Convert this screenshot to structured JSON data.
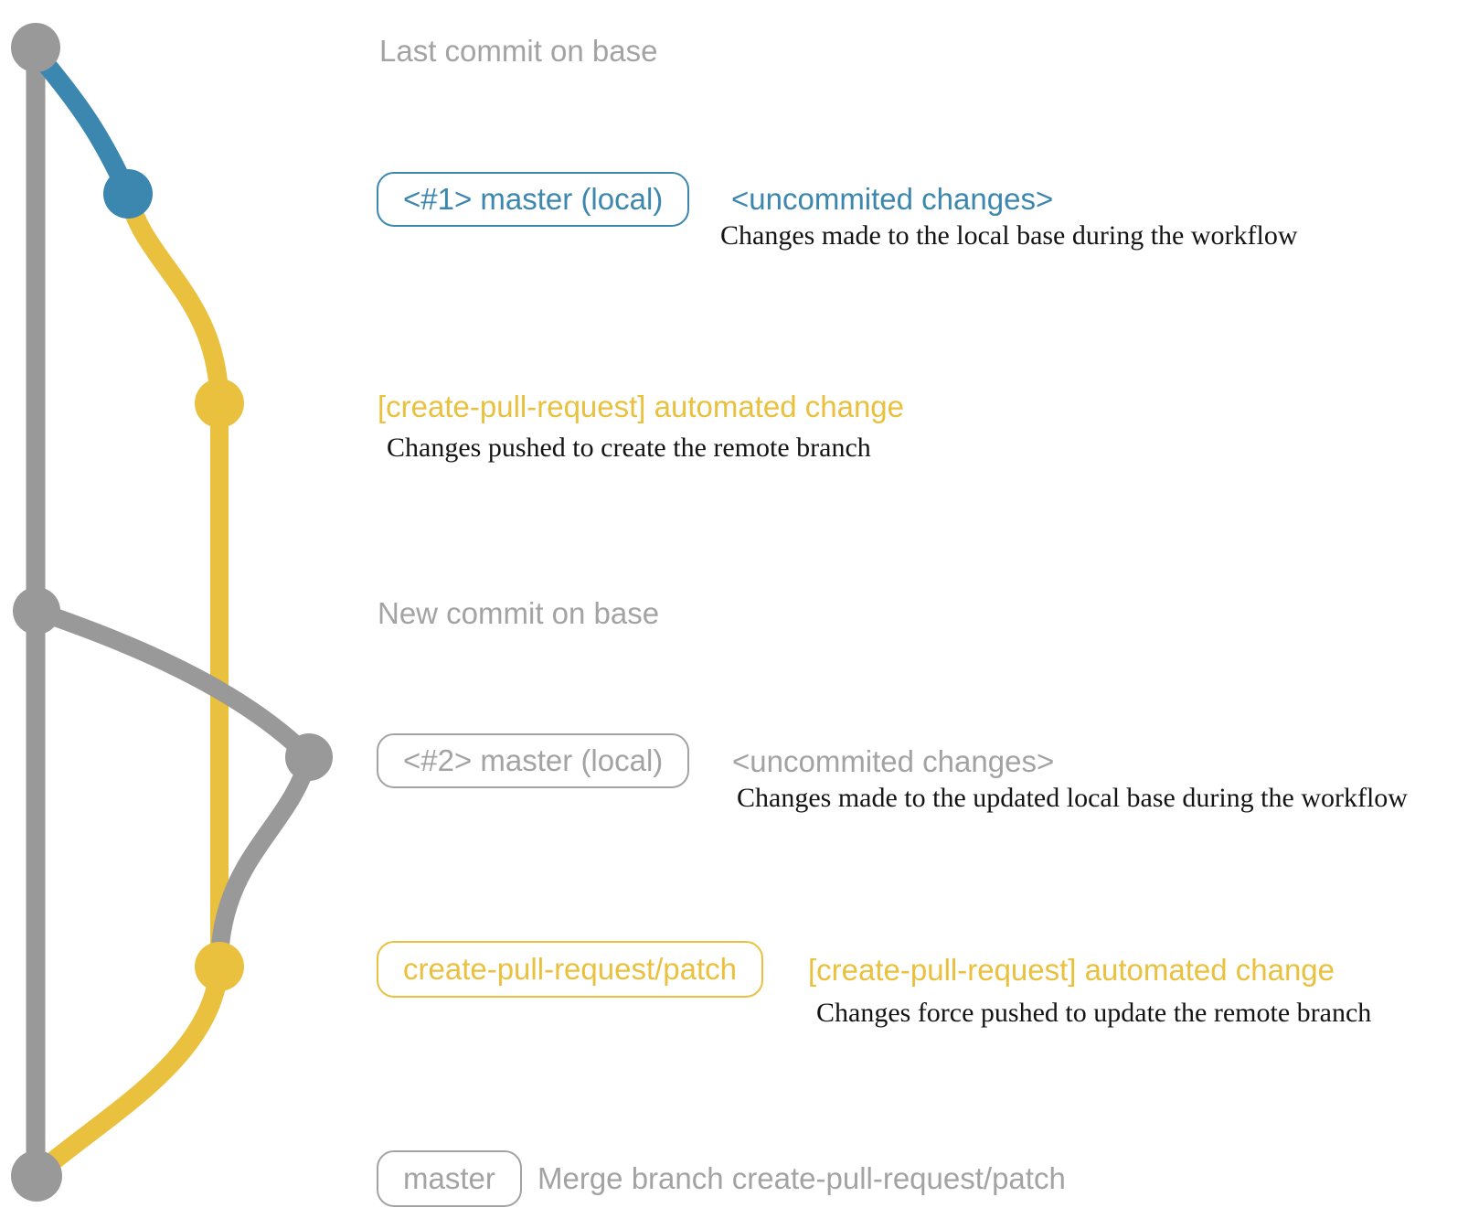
{
  "colors": {
    "gray_graph": "#999999",
    "gray_label": "#a3a3a3",
    "blue": "#3c87af",
    "yellow": "#e9c13e",
    "description_text": "#141414",
    "background": "#ffffff"
  },
  "graph": {
    "commit_dots": [
      "last-commit-on-base",
      "local-master-commit-1",
      "remote-patch-commit-1",
      "new-commit-on-base",
      "local-master-commit-2",
      "remote-patch-commit-2",
      "merge-commit"
    ]
  },
  "rows": {
    "last_commit": {
      "label": "Last commit on base"
    },
    "local1": {
      "tag": "<#1> master (local)",
      "message": "<uncommited changes>",
      "description": "Changes made to the local base during the workflow"
    },
    "push1": {
      "message": "[create-pull-request] automated change",
      "description": "Changes pushed to create the remote branch"
    },
    "new_commit": {
      "label": "New commit on base"
    },
    "local2": {
      "tag": "<#2> master (local)",
      "message": "<uncommited changes>",
      "description": "Changes made to the updated local base during the workflow"
    },
    "push2": {
      "tag": "create-pull-request/patch",
      "message": "[create-pull-request] automated change",
      "description": "Changes force pushed to update the remote branch"
    },
    "merge": {
      "tag": "master",
      "message": "Merge branch create-pull-request/patch"
    }
  }
}
